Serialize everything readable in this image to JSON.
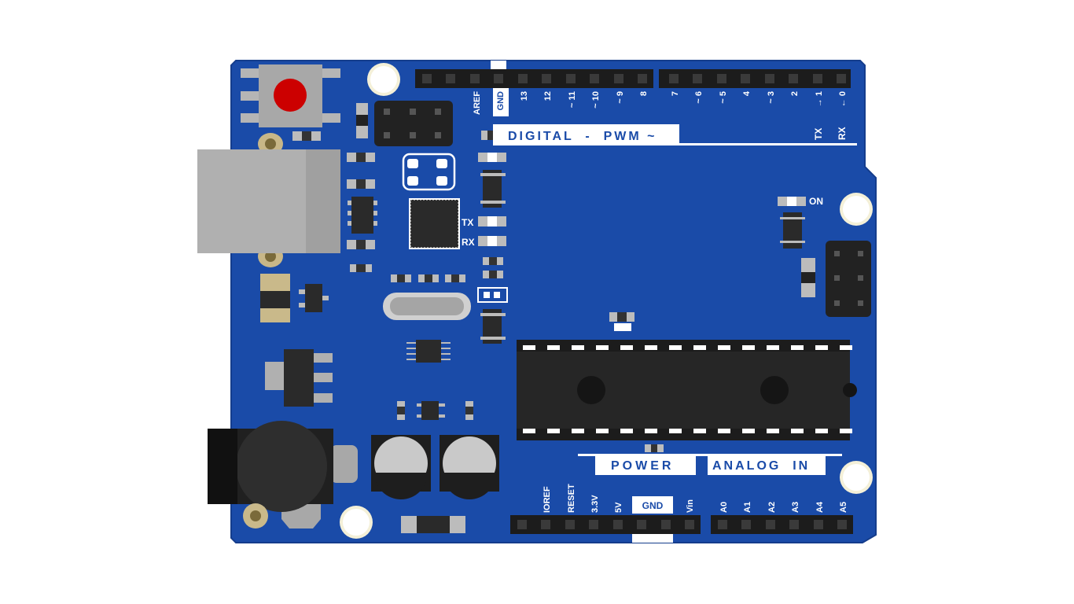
{
  "colors": {
    "board": "#1a4ba8",
    "board_edge": "#153d8c",
    "header": "#1c1c1c",
    "pin": "#3a3a3a",
    "silkscreen": "#ffffff",
    "reset_cap": "#cc0000",
    "usb": "#b0b0b0",
    "chip": "#202020"
  },
  "icons": [
    "reset-button-icon",
    "usb-port-icon",
    "power-jack-icon",
    "microcontroller-chip-icon"
  ],
  "top_header": {
    "left_pins": [
      "AREF",
      "GND",
      "13",
      "12",
      "~ 11",
      "~ 10",
      "~ 9",
      "8"
    ],
    "right_pins": [
      "7",
      "~ 6",
      "~ 5",
      "4",
      "~ 3",
      "2",
      "→ 1",
      "← 0"
    ],
    "tx_label": "TX",
    "rx_label": "RX",
    "banner": "DIGITAL  -  PWM ~"
  },
  "leds": {
    "tx": "TX",
    "rx": "RX",
    "on": "ON"
  },
  "bottom_header": {
    "power_pins": [
      "IOREF",
      "RESET",
      "3.3V",
      "5V",
      "GND",
      "Vin"
    ],
    "analog_pins": [
      "A0",
      "A1",
      "A2",
      "A3",
      "A4",
      "A5"
    ],
    "power_banner": "POWER",
    "analog_banner": "ANALOG  IN"
  }
}
